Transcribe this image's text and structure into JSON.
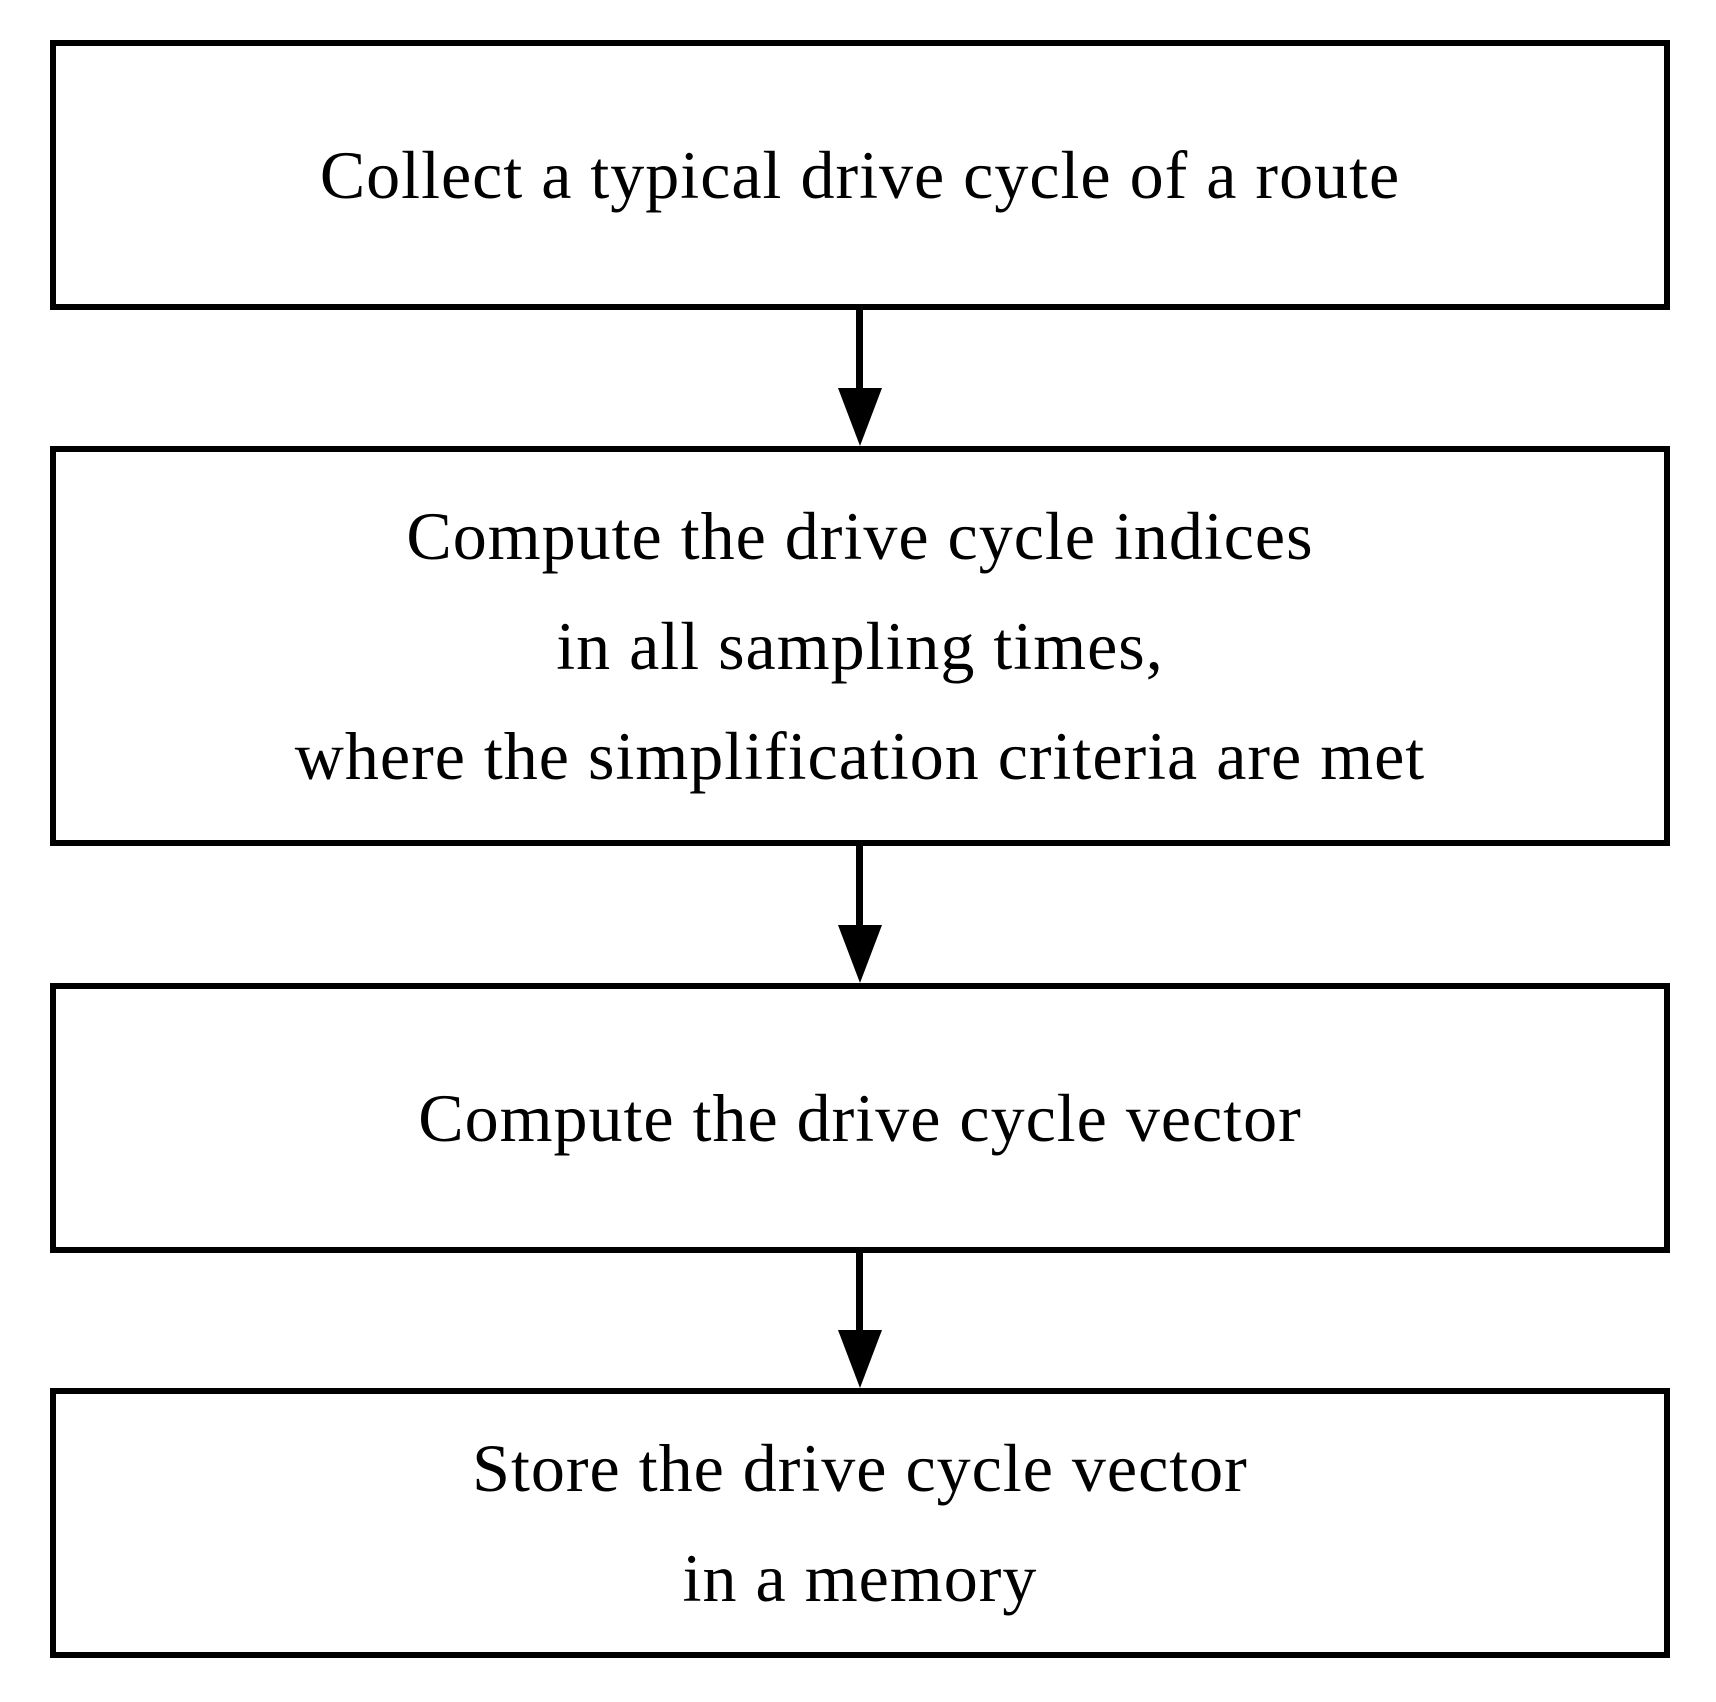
{
  "diagram": {
    "type": "flowchart",
    "orientation": "vertical",
    "colors": {
      "border": "#000000",
      "background": "#ffffff",
      "text": "#000000",
      "arrow": "#000000"
    },
    "steps": [
      {
        "id": "step-1",
        "lines": [
          "Collect a typical drive cycle of a route"
        ]
      },
      {
        "id": "step-2",
        "lines": [
          "Compute the drive cycle indices",
          "in all sampling times,",
          "where the simplification criteria are met"
        ]
      },
      {
        "id": "step-3",
        "lines": [
          "Compute the drive cycle vector"
        ]
      },
      {
        "id": "step-4",
        "lines": [
          "Store the drive cycle vector",
          "in a memory"
        ]
      }
    ],
    "connectors": [
      {
        "from": "step-1",
        "to": "step-2"
      },
      {
        "from": "step-2",
        "to": "step-3"
      },
      {
        "from": "step-3",
        "to": "step-4"
      }
    ]
  }
}
